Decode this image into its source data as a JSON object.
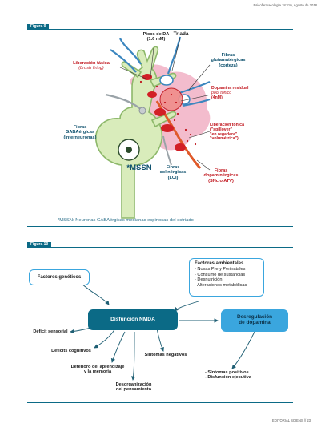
{
  "header": {
    "journal": "Psicofarmacología 18:110, Agosto de 2018"
  },
  "figure9": {
    "label": "Figura 9",
    "picos_da": "Picos de DA",
    "picos_da_val": "(1.6 mM)",
    "triada": "Triada",
    "fibras_glu_1": "Fibras",
    "fibras_glu_2": "glutamatérgicas",
    "fibras_glu_3": "(corteza)",
    "liberacion_fasica_1": "Liberación fásica",
    "liberacion_fasica_2": "(brush firing)",
    "dopamina_residual_1": "Dopamina residual",
    "dopamina_residual_2": "pool tónico",
    "dopamina_residual_3": "(4nM)",
    "fibras_gaba_1": "Fibras",
    "fibras_gaba_2": "GABAérgicas",
    "fibras_gaba_3": "(interneuronas)",
    "liberacion_tonica_1": "Liberación tónica",
    "liberacion_tonica_2": "(\"spillover\"",
    "liberacion_tonica_3": "\"en regadera\"",
    "liberacion_tonica_4": "\"volumétrica\")",
    "mssn": "*MSSN",
    "fibras_col_1": "Fibras",
    "fibras_col_2": "colinérgicas",
    "fibras_col_3": "(LCI)",
    "fibras_dop_1": "Fibras",
    "fibras_dop_2": "dopaminérgicas",
    "fibras_dop_3": "(SNc o ATV)",
    "caption": "*MSSN: Neuronas GABAérgicas medianas espinosas del estriado"
  },
  "figure10": {
    "label": "Figura 10",
    "factores_geneticos": "Factores genéticos",
    "factores_ambientales": "Factores ambientales",
    "ambientales_items": [
      "- Noxas Pre y Perinatales",
      "- Consumo de sustancias",
      "- Desnutrición",
      "- Alteraciones metabólicas"
    ],
    "disfuncion": "Disfunción NMDA",
    "desregulacion_1": "Desregulación",
    "desregulacion_2": "de dopamina",
    "deficit_sensorial": "Déficit sensorial",
    "deficits_cognitivos": "Déficits cognitivos",
    "deterioro_1": "Deterioro del aprendizaje",
    "deterioro_2": "y la memoria",
    "desorganizacion_1": "Desorganización",
    "desorganizacion_2": "del pensamiento",
    "sintomas_negativos": "Síntomas negativos",
    "sintomas_positivos": "- Síntomas positivos",
    "disfuncion_ejecutiva": "- Disfunción ejecutiva"
  },
  "footer": {
    "publisher": "EDITORIAL SCIENS // 23"
  },
  "colors": {
    "accent": "#0b6a86",
    "neuron": "#d8ebb8",
    "pink": "#f2b9cc",
    "red": "#d21f26",
    "box_dark": "#0b6a86",
    "box_light": "#3aa6de"
  }
}
